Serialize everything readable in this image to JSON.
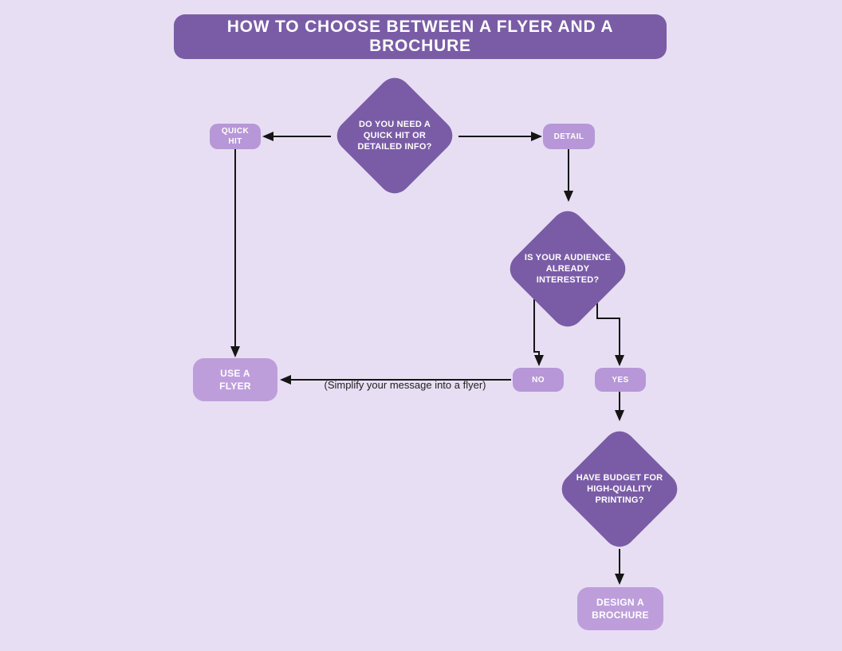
{
  "title": "HOW TO CHOOSE BETWEEN A FLYER AND A BROCHURE",
  "nodes": {
    "q1": {
      "label": "DO YOU NEED A\nQUICK HIT OR\nDETAILED INFO?"
    },
    "quick_hit": {
      "label": "QUICK\nHIT"
    },
    "detail": {
      "label": "DETAIL"
    },
    "q2": {
      "label": "IS YOUR AUDIENCE\nALREADY\nINTERESTED?"
    },
    "no": {
      "label": "NO"
    },
    "yes": {
      "label": "YES"
    },
    "use_flyer": {
      "label": "USE A\nFLYER"
    },
    "q3": {
      "label": "HAVE BUDGET FOR\nHIGH-QUALITY\nPRINTING?"
    },
    "design_brochure": {
      "label": "DESIGN A\nBROCHURE"
    }
  },
  "annotations": {
    "simplify_note": "(Simplify your message into a flyer)"
  },
  "colors": {
    "background": "#e7def3",
    "dark_purple": "#7a5ca6",
    "pill_purple": "#b797d7",
    "box_purple": "#bd9edb",
    "line": "#151515",
    "shape_text": "#ffffff",
    "note_text": "#222222"
  }
}
